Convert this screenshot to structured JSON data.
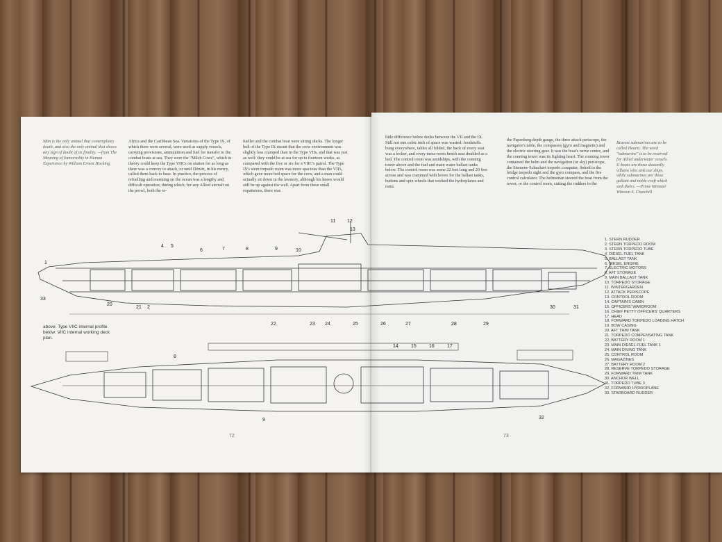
{
  "scene": "Open book on wooden table showing cutaway diagram of a submarine",
  "left_page": {
    "quote": "Man is the only animal that contemplates death, and also the only animal that shows any sign of doubt of its finality. —from The Meaning of Immortality in Human Experience by William Ernest Hocking",
    "column1": "Africa and the Caribbean Sea. Variations of the Type IX, of which there were several, were used as supply vessels, carrying provisions, ammunition and fuel for transfer to the combat boats at sea. They were the \"Milch Cows\", which in theory could keep the Type VIICs on station for as long as there was a convoy to attack, or until Dönitz, in his mercy, called them back to base. In practice, the process of refuelling and rearming on the ocean was a lengthy and difficult operation, during which, for any Allied aircraft on the prowl, both the re-",
    "column2": "fueller and the combat boat were sitting ducks. The longer hull of the Type IX meant that the crew environment was slightly less cramped than in the Type VIIs, and that was just as well: they could be at sea for up to fourteen weeks, as compared with the five or six for a VIIC's patrol. The Type IX's stern torpedo room was more spacious than the VII's, which gave more bed space for the crew, and a man could actually sit down in the lavatory, although his knees would still be up against the wall. Apart from these small expansions, there was",
    "caption": "above: Type VIIC internal profile. below: VIIC internal working deck plan.",
    "page_number": "72"
  },
  "right_page": {
    "column1": "little difference below decks between the VII and the IX. Still not one cubic inch of space was wasted: foodstuffs hung everywhere, tables all folded, the back of every seat was a locker, and every mess-room bench seat doubled as a bed. The control room was amidships, with the conning tower above and the fuel and main water ballast tanks below. The control room was some 22 feet long and 20 feet across and was crammed with levers for the ballast tanks, buttons and spin wheels that worked the hydroplanes and rams.",
    "column2": "the Papenberg depth gauge, the three attack periscope, the navigator's table, the compasses (gyro and magnetic) and the electric steering gear. It was the boat's nerve centre, and the conning tower was its fighting heart. The conning tower contained the helm and the navigation (or sky) periscope, the Siemens-Schuckert torpedo computer, linked to the bridge torpedo sight and the gyro compass, and the fire control calculator. The helmsman steered the boat from the tower, or the control room, cutting the rudders to the",
    "column3": "Bravest submarines are to be called Hearts. The word \"submarine\" is to be reserved for Allied underwater vessels. U-boats are those dastardly villains who sink our ships, while submarines are those gallant and noble craft which sink theirs. —Prime Minister Winston S. Churchill",
    "page_number": "73",
    "key": [
      "1. STERN RUDDER",
      "2. STERN TORPEDO ROOM",
      "3. STERN TORPEDO TUBE",
      "4. DIESEL FUEL TANK",
      "5. BALLAST TANK",
      "6. DIESEL ENGINE",
      "7. ELECTRIC MOTORS",
      "8. AFT STORAGE",
      "9. MAIN BALLAST TANK",
      "10. TORPEDO STORAGE",
      "11. WINTERGARDEN",
      "12. ATTACK PERISCOPE",
      "13. CONTROL ROOM",
      "14. CAPTAIN'S CABIN",
      "15. OFFICERS' WARDROOM",
      "16. CHIEF PETTY OFFICERS' QUARTERS",
      "17. HEAD",
      "18. FORWARD TORPEDO LOADING HATCH",
      "19. BOW CASING",
      "20. AFT TRIM TANK",
      "21. TORPEDO COMPENSATING TANK",
      "22. BATTERY ROOM 1",
      "23. MAIN DIESEL FUEL TANK 1",
      "24. MAIN DIVING TANK",
      "25. CONTROL ROOM",
      "26. MAGAZINES",
      "27. BATTERY ROOM 2",
      "28. RESERVE TORPEDO STORAGE",
      "29. FORWARD TRIM TANK",
      "30. ANCHOR WELL",
      "31. TORPEDO TUBE 3",
      "32. FORWARD HYDROPLANE",
      "33. STARBOARD RUDDER"
    ]
  },
  "diagram_labels": {
    "profile_top": [
      "1",
      "4",
      "5",
      "6",
      "7",
      "8",
      "9",
      "10",
      "11",
      "12",
      "13"
    ],
    "profile_bottom": [
      "33",
      "20",
      "21",
      "2",
      "22",
      "23",
      "24",
      "25",
      "26",
      "27",
      "28",
      "29",
      "30",
      "31"
    ],
    "plan_top": [
      "14",
      "15",
      "16",
      "17",
      "8"
    ],
    "plan_bottom": [
      "9",
      "32"
    ]
  }
}
